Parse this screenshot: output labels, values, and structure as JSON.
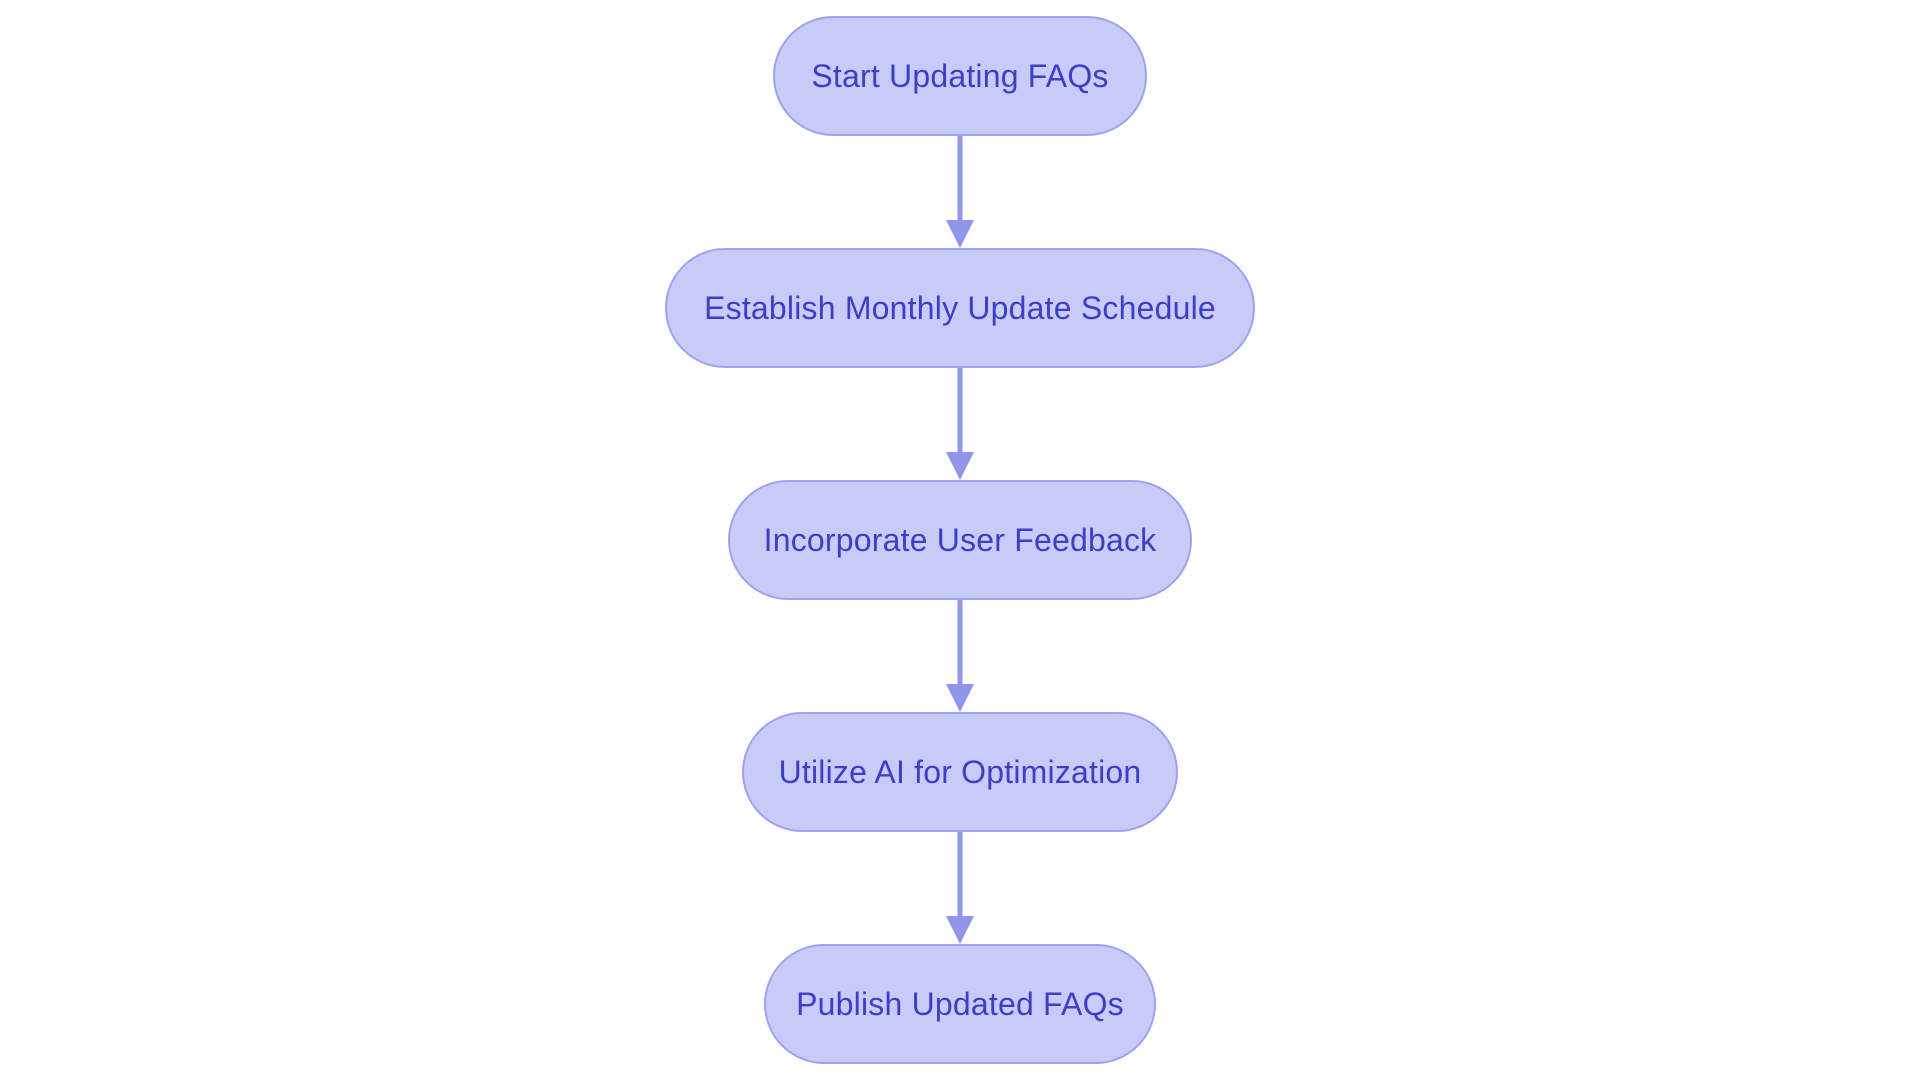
{
  "diagram": {
    "type": "flowchart",
    "direction": "top-down",
    "title": "",
    "nodes": [
      {
        "id": "start",
        "label": "Start Updating FAQs"
      },
      {
        "id": "schedule",
        "label": "Establish Monthly Update Schedule"
      },
      {
        "id": "feedback",
        "label": "Incorporate User Feedback"
      },
      {
        "id": "optimize",
        "label": "Utilize AI for Optimization"
      },
      {
        "id": "publish",
        "label": "Publish Updated FAQs"
      }
    ],
    "edges": [
      {
        "from": "start",
        "to": "schedule"
      },
      {
        "from": "schedule",
        "to": "feedback"
      },
      {
        "from": "feedback",
        "to": "optimize"
      },
      {
        "from": "optimize",
        "to": "publish"
      }
    ],
    "colors": {
      "node_fill": "#c8cbf8",
      "node_border": "#9ca4ee",
      "node_text": "#3b3fc7",
      "arrow": "#8d96e9",
      "background": "#ffffff"
    }
  }
}
